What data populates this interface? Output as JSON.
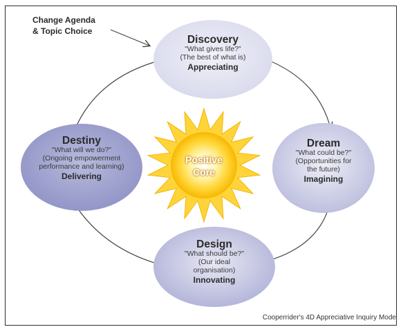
{
  "agenda": {
    "line1": "Change Agenda",
    "line2": "& Topic Choice"
  },
  "core": {
    "line1": "Positive",
    "line2": "Core"
  },
  "nodes": {
    "discovery": {
      "title": "Discovery",
      "line1": "\"What gives life?\"",
      "line2": "(The best of what is)",
      "verb": "Appreciating"
    },
    "dream": {
      "title": "Dream",
      "line1": "\"What could be?\"",
      "line2": "(Opportunities for",
      "line3": "the future)",
      "verb": "Imagining"
    },
    "design": {
      "title": "Design",
      "line1": "\"What should be?\"",
      "line2": "(Our ideal",
      "line3": "organisation)",
      "verb": "Innovating"
    },
    "destiny": {
      "title": "Destiny",
      "line1": "\"What will we do?\"",
      "line2": "(Ongoing empowerment",
      "line3": "performance and learning)",
      "verb": "Delivering"
    }
  },
  "caption": "Cooperrider's 4D Appreciative Inquiry Mode",
  "colors": {
    "ellipse_light": "#e4e4f2",
    "ellipse_mid": "#a9abd4",
    "ellipse_dark": "#8a8dc2",
    "sun_outer": "#ffd43a",
    "sun_inner": "#ffffff",
    "arrow": "#444444"
  }
}
